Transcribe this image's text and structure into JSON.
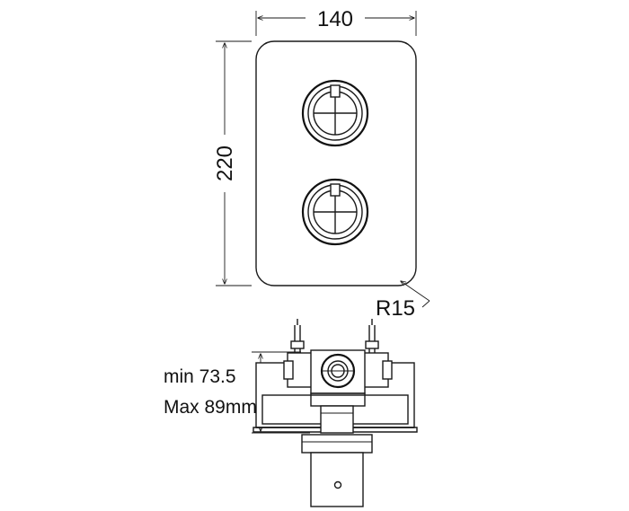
{
  "dimensions": {
    "width": "140",
    "height": "220",
    "radius": "R15",
    "depth_min": "min 73.5",
    "depth_max": "Max 89mm"
  },
  "colors": {
    "line": "#1a1a1a",
    "background": "#ffffff"
  }
}
